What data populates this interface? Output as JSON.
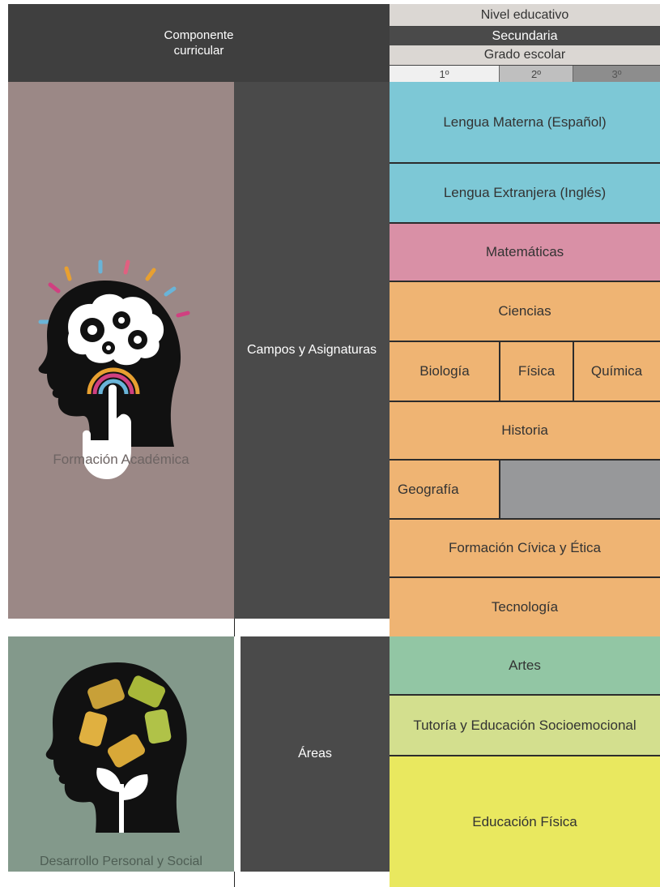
{
  "header": {
    "component": "Componente curricular",
    "nivel": "Nivel educativo",
    "secundaria": "Secundaria",
    "grado": "Grado escolar",
    "grades": [
      "1º",
      "2º",
      "3º"
    ]
  },
  "left": {
    "formacion": "Formación Académica",
    "desarrollo": "Desarrollo Personal y Social"
  },
  "middle": {
    "campos": "Campos y Asignaturas",
    "areas": "Áreas"
  },
  "subjects": {
    "lengua_materna": "Lengua Materna (Español)",
    "lengua_extranjera": "Lengua Extranjera (Inglés)",
    "matematicas": "Matemáticas",
    "ciencias": "Ciencias",
    "biologia": "Biología",
    "fisica": "Física",
    "quimica": "Química",
    "historia": "Historia",
    "geografia": "Geografía",
    "civica": "Formación Cívica y Ética",
    "tecnologia": "Tecnología",
    "artes": "Artes",
    "tutoria": "Tutoría y Educación Socioemocional",
    "ed_fisica": "Educación Física"
  },
  "colors": {
    "dark": "#4a4a4a",
    "blue": "#7dc8d6",
    "pink": "#d990a6",
    "orange": "#efb473",
    "green": "#92c6a4",
    "lime": "#d3df8e",
    "yellow": "#e9e85f"
  }
}
